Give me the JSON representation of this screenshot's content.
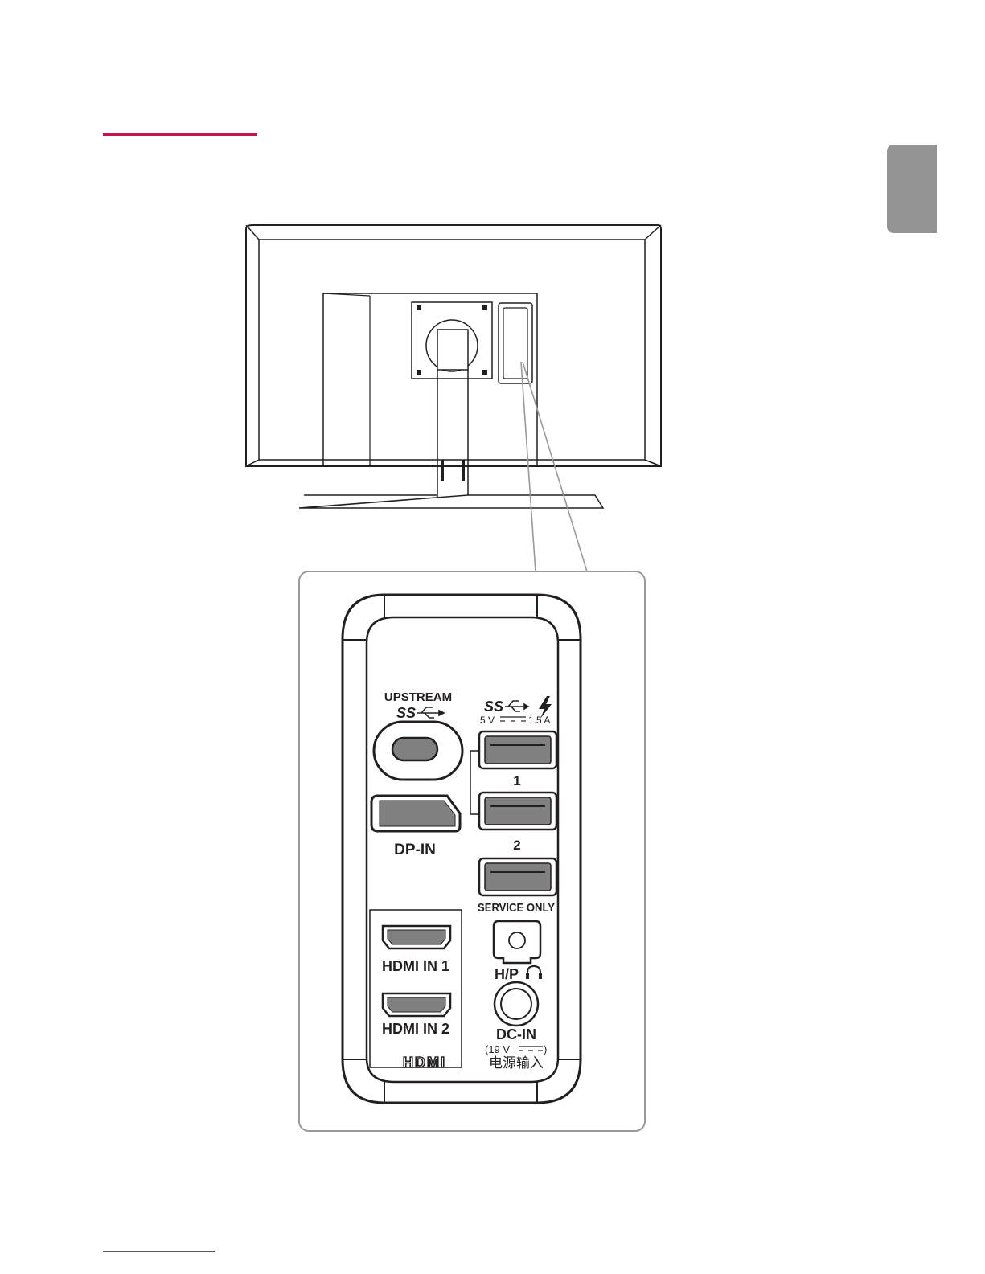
{
  "colors": {
    "accent": "#c8114f",
    "tab": "#949494",
    "line": "#231f20",
    "port_fill": "#808080",
    "callout_border": "#999999"
  },
  "ports": {
    "upstream": "UPSTREAM",
    "superspeed_logo": "SS",
    "usb_power": "5 V",
    "usb_current": "1.5 A",
    "usb_port1_label": "1",
    "usb_port2_label": "2",
    "service_only": "SERVICE ONLY",
    "dp_in": "DP-IN",
    "hdmi_in1": "HDMI IN 1",
    "hdmi_in2": "HDMI IN 2",
    "hdmi_logo": "HDMI",
    "headphone": "H/P",
    "dc_in": "DC-IN",
    "dc_voltage": "(19 V",
    "dc_voltage_close": ")",
    "dc_chinese": "电源输入"
  }
}
